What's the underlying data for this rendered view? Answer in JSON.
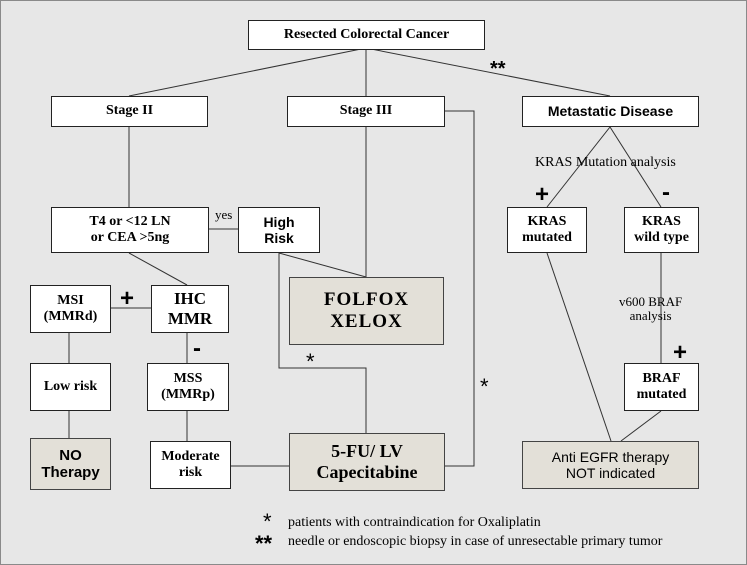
{
  "nodes": {
    "root": "Resected Colorectal Cancer",
    "stage2": "Stage II",
    "stage3": "Stage III",
    "metastatic": "Metastatic Disease",
    "t4": "T4 or <12 LN\nor CEA >5ng",
    "high_risk": "High\nRisk",
    "kras_mut": "KRAS\nmutated",
    "kras_wt": "KRAS\nwild type",
    "msi": "MSI\n(MMRd)",
    "ihc": "IHC\nMMR",
    "folfox": "FOLFOX\nXELOX",
    "low_risk": "Low risk",
    "mss": "MSS\n(MMRp)",
    "braf": "BRAF\nmutated",
    "no_therapy": "NO\nTherapy",
    "moderate": "Moderate\nrisk",
    "fu_lv": "5-FU/ LV\nCapecitabine",
    "anti_egfr": "Anti EGFR therapy\nNOT indicated"
  },
  "labels": {
    "yes": "yes",
    "kras_analysis": "KRAS Mutation analysis",
    "braf_analysis": "v600 BRAF\nanalysis",
    "plus": "+",
    "minus": "-",
    "star": "*",
    "double_star": "**"
  },
  "footnotes": [
    {
      "symbol": "*",
      "text": "patients with contraindication for Oxaliplatin"
    },
    {
      "symbol": "**",
      "text": "needle or endoscopic biopsy in case of unresectable primary tumor"
    }
  ]
}
